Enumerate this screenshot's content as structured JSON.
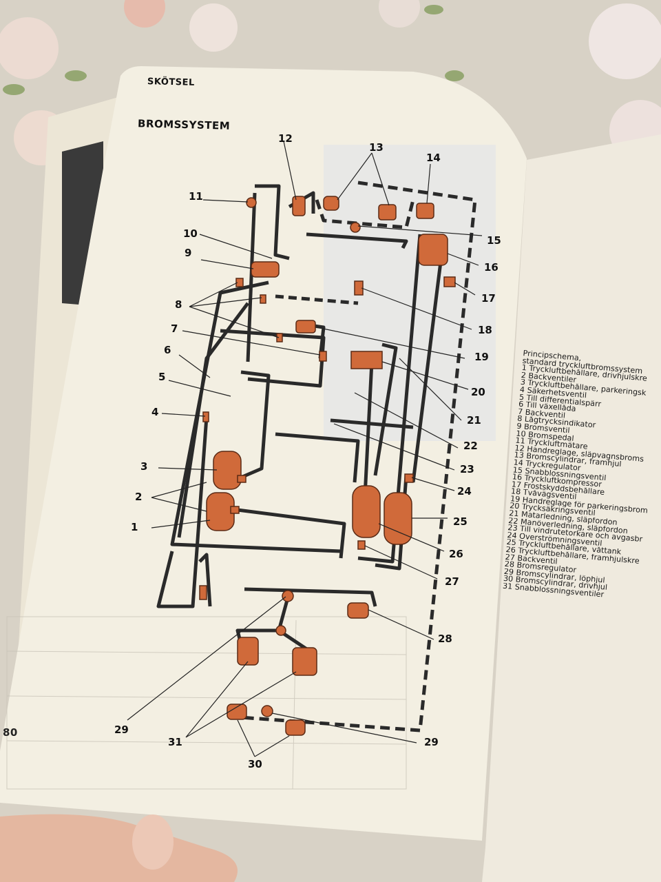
{
  "page": {
    "section": "SKÖTSEL",
    "title": "BROMSSYSTEM",
    "page_number": "80"
  },
  "diagram": {
    "callouts": [
      "1",
      "2",
      "3",
      "4",
      "5",
      "6",
      "7",
      "8",
      "9",
      "10",
      "11",
      "12",
      "13",
      "14",
      "15",
      "16",
      "17",
      "18",
      "19",
      "20",
      "21",
      "22",
      "23",
      "24",
      "25",
      "26",
      "27",
      "28",
      "29",
      "29",
      "30",
      "31"
    ]
  },
  "legend": {
    "heading": "Principschema,",
    "subheading": "standard tryckluftbromssystem",
    "items": [
      "1 Tryckluftbehållare, drivhjulskre",
      "2 Backventiler",
      "3 Tryckluftbehållare, parkeringsk",
      "4 Säkerhetsventil",
      "5 Till differentialspärr",
      "6 Till växellåda",
      "7 Backventil",
      "8 Lågtrycksindikator",
      "9 Bromsventil",
      "10 Bromspedal",
      "11 Tryckluftmätare",
      "12 Handreglage, släpvagnsbroms",
      "13 Bromscylindrar, framhjul",
      "14 Tryckregulator",
      "15 Snabblossningsventil",
      "16 Tryckluftkompressor",
      "17 Frostskyddsbehållare",
      "18 Tvåvägsventil",
      "19 Handreglage för parkeringsbrom",
      "20 Trycksäkringsventil",
      "21 Matarledning, släpfordon",
      "22 Manöverledning, släpfordon",
      "23 Till vindrutetorkare och avgasbr",
      "24 Överströmningsventil",
      "25 Tryckluftbehållare, våttank",
      "26 Tryckluftbehållare, framhjulskre",
      "27 Backventil",
      "28 Bromsregulator",
      "29 Bromscylindrar, löphjul",
      "30 Bromscylindrar, drivhjul",
      "31 Snabblossningsventiler"
    ]
  },
  "colors": {
    "component": "#d06a3a",
    "paper": "#f3efe2",
    "line": "#2a2a2a"
  }
}
